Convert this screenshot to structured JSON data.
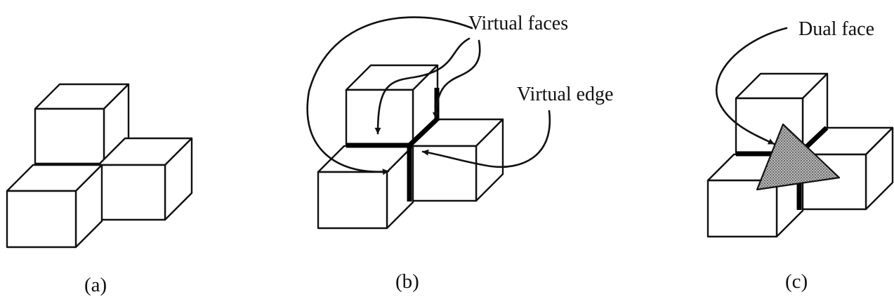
{
  "labels": {
    "virtual_faces": "Virtual faces",
    "virtual_edge": "Virtual edge",
    "dual_face": "Dual face"
  },
  "captions": {
    "a": "(a)",
    "b": "(b)",
    "c": "(c)"
  },
  "colors": {
    "stroke": "#111111",
    "dual_face_fill": "#8a8a8a"
  }
}
